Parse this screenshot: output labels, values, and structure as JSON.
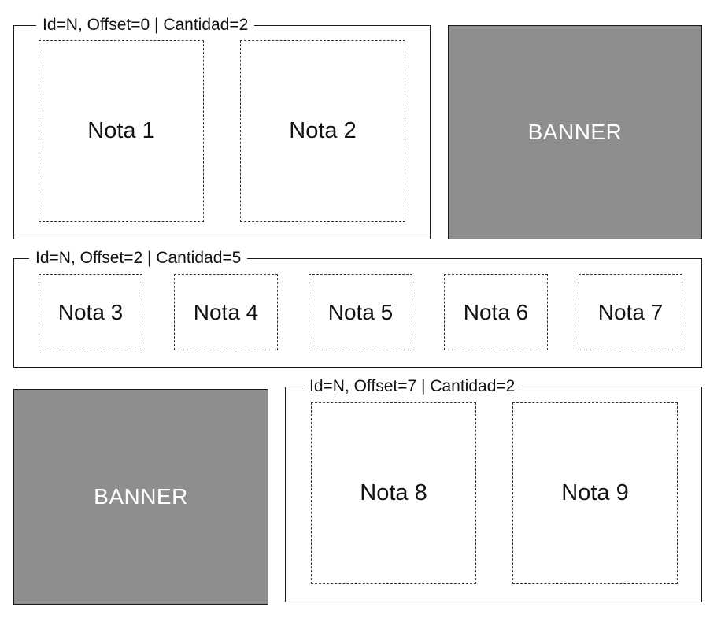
{
  "groups": [
    {
      "legend": "Id=N, Offset=0 | Cantidad=2",
      "notes": [
        "Nota 1",
        "Nota 2"
      ]
    },
    {
      "legend": "Id=N, Offset=2 | Cantidad=5",
      "notes": [
        "Nota 3",
        "Nota 4",
        "Nota 5",
        "Nota 6",
        "Nota 7"
      ]
    },
    {
      "legend": "Id=N, Offset=7 | Cantidad=2",
      "notes": [
        "Nota 8",
        "Nota 9"
      ]
    }
  ],
  "banners": [
    "BANNER",
    "BANNER"
  ],
  "colors": {
    "banner_fill": "#8e8e8e",
    "banner_text": "#ffffff",
    "border": "#1a1a1a"
  }
}
